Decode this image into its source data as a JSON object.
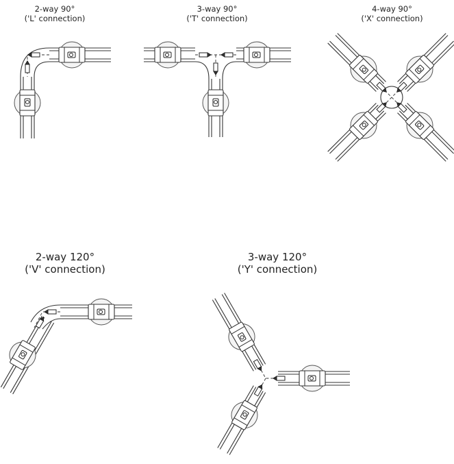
{
  "diagrams": [
    {
      "id": "l",
      "title": "2-way 90°",
      "subtitle": "('L' connection)"
    },
    {
      "id": "t",
      "title": "3-way 90°",
      "subtitle": "('T' connection)"
    },
    {
      "id": "x",
      "title": "4-way 90°",
      "subtitle": "('X' connection)"
    },
    {
      "id": "v",
      "title": "2-way 120°",
      "subtitle": "('V' connection)"
    },
    {
      "id": "y",
      "title": "3-way 120°",
      "subtitle": "('Y' connection)"
    }
  ]
}
